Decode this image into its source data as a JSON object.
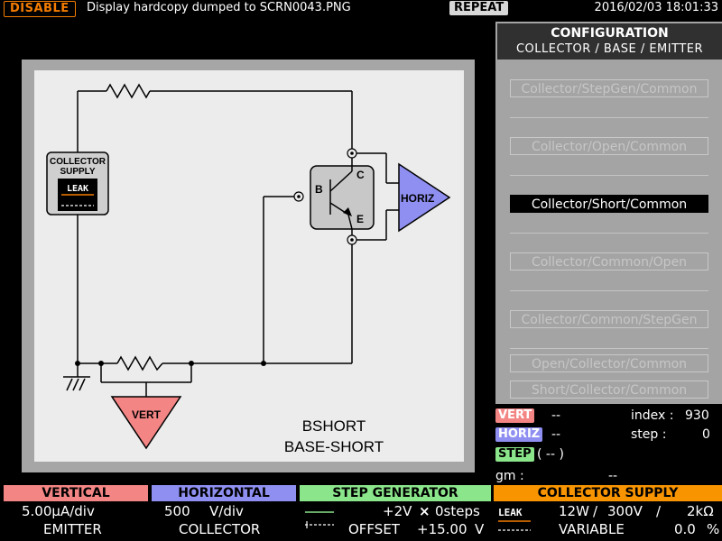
{
  "topbar": {
    "disable_label": "DISABLE",
    "message": "Display hardcopy dumped to SCRN0043.PNG",
    "repeat_label": "REPEAT",
    "datetime": "2016/02/03 18:01:33"
  },
  "diagram": {
    "collector_supply_label_1": "COLLECTOR",
    "collector_supply_label_2": "SUPPLY",
    "leak_label": "LEAK",
    "terminal_c": "C",
    "terminal_b": "B",
    "terminal_e": "E",
    "horiz_label": "HORIZ",
    "vert_label": "VERT",
    "mode_short": "BSHORT",
    "mode_long": "BASE-SHORT"
  },
  "config": {
    "title": "CONFIGURATION",
    "subtitle": "COLLECTOR / BASE / EMITTER",
    "items": [
      {
        "label": "Collector/StepGen/Common",
        "selected": false
      },
      {
        "label": "Collector/Open/Common",
        "selected": false
      },
      {
        "label": "Collector/Short/Common",
        "selected": true
      },
      {
        "label": "Collector/Common/Open",
        "selected": false
      },
      {
        "label": "Collector/Common/StepGen",
        "selected": false
      },
      {
        "label": "Open/Collector/Common",
        "selected": false
      },
      {
        "label": "Short/Collector/Common",
        "selected": false
      }
    ]
  },
  "readout": {
    "vert_tag": "VERT",
    "vert_value": "--",
    "horiz_tag": "HORIZ",
    "horiz_value": "--",
    "step_tag": "STEP",
    "step_value": "( -- )",
    "index_label": "index :",
    "index_value": "930",
    "step_label": "step :",
    "step_count": "0",
    "gm_label": "gm :",
    "gm_value": "--"
  },
  "bottom": {
    "vertical": {
      "title": "VERTICAL",
      "line1": "5.00μA/div",
      "line2": "EMITTER",
      "color": "#f48585"
    },
    "horizontal": {
      "title": "HORIZONTAL",
      "line1_value": "500",
      "line1_unit": "V/div",
      "line2": "COLLECTOR",
      "color": "#8f8ff2"
    },
    "step_generator": {
      "title": "STEP GENERATOR",
      "step_amp": "+2V",
      "times": "×",
      "steps": "0steps",
      "offset_label": "OFFSET",
      "offset_value": "+15.00",
      "offset_unit": "V",
      "color": "#8be68b"
    },
    "collector_supply": {
      "title": "COLLECTOR SUPPLY",
      "leak": "LEAK",
      "power": "12W",
      "slash1": "/",
      "voltage": "300V",
      "slash2": "/",
      "resistance": "2kΩ",
      "mode": "VARIABLE",
      "percent_value": "0.0",
      "percent_unit": "%",
      "color": "#f79400"
    }
  }
}
